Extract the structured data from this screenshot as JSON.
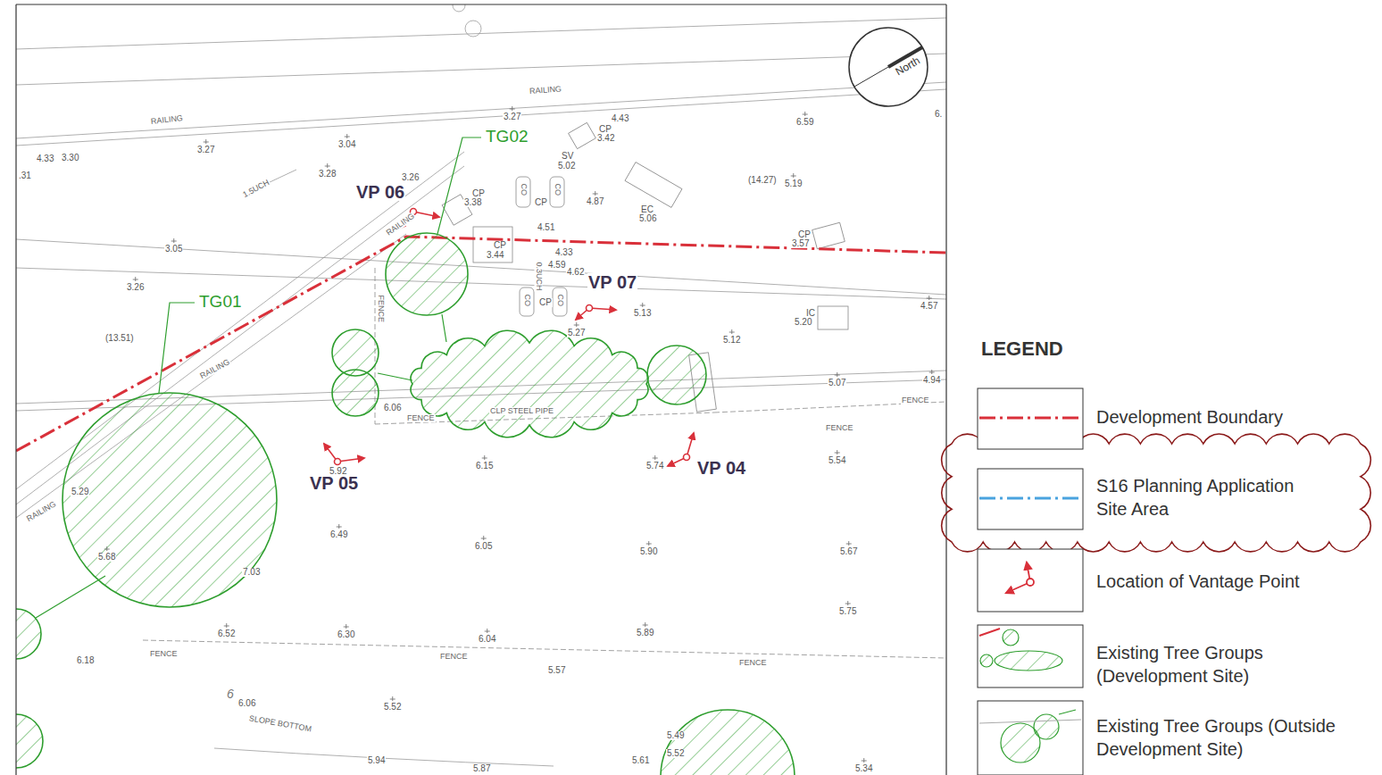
{
  "diagram": {
    "labels": [
      "RAILING",
      "4.33",
      "3.30",
      ".31",
      "3.27",
      "3.04",
      "3.27",
      "RAILING",
      "4.43",
      "CP",
      "3.42",
      "6.59",
      "6.",
      "1.5UCH",
      "3.28",
      "3.26",
      "CP",
      "3.38",
      "SV",
      "5.02",
      "4.87",
      "EC",
      "5.06",
      "(14.27)",
      "5.19",
      "RAILING",
      "CP",
      "3.57",
      "3.05",
      "CP",
      "3.44",
      "4.51",
      "4.33",
      "4.59",
      "4.62",
      "3.26",
      "5.13",
      "5.27",
      "5.12",
      "IC",
      "5.20",
      "4.57",
      "(13.51)",
      "FENCE",
      "RAILING",
      "5.07",
      "4.94",
      "FENCE",
      "6.06",
      "FENCE",
      "CLP STEEL PIPE",
      "FENCE",
      "5.92",
      "6.15",
      "5.74",
      "5.54",
      "5.29",
      "RAILING",
      "6.49",
      "6.05",
      "5.90",
      "5.67",
      "5.68",
      "7.03",
      "5.75",
      "6.52",
      "6.30",
      "6.04",
      "5.89",
      "FENCE",
      "FENCE",
      "6.18",
      "FENCE",
      "5.57",
      "6",
      "6.06",
      "5.52",
      "SLOPE BOTTOM",
      "5.49",
      "5.52",
      "5.94",
      "5.87",
      "5.61",
      "5.34",
      "TG02",
      "TG01",
      "VP 06",
      "VP 07",
      "VP 05",
      "VP 04",
      "North",
      "LEGEND",
      "CO",
      "CO",
      "CP",
      "CO",
      "CO",
      "CP",
      "0.3UCH"
    ],
    "legend": [
      {
        "text": "Development Boundary"
      },
      {
        "text": "S16 Planning Application Site Area"
      },
      {
        "text": "Location of Vantage Point"
      },
      {
        "text": "Existing Tree Groups (Development Site)"
      },
      {
        "text": "Existing Tree Groups (Outside Development Site)"
      }
    ]
  }
}
